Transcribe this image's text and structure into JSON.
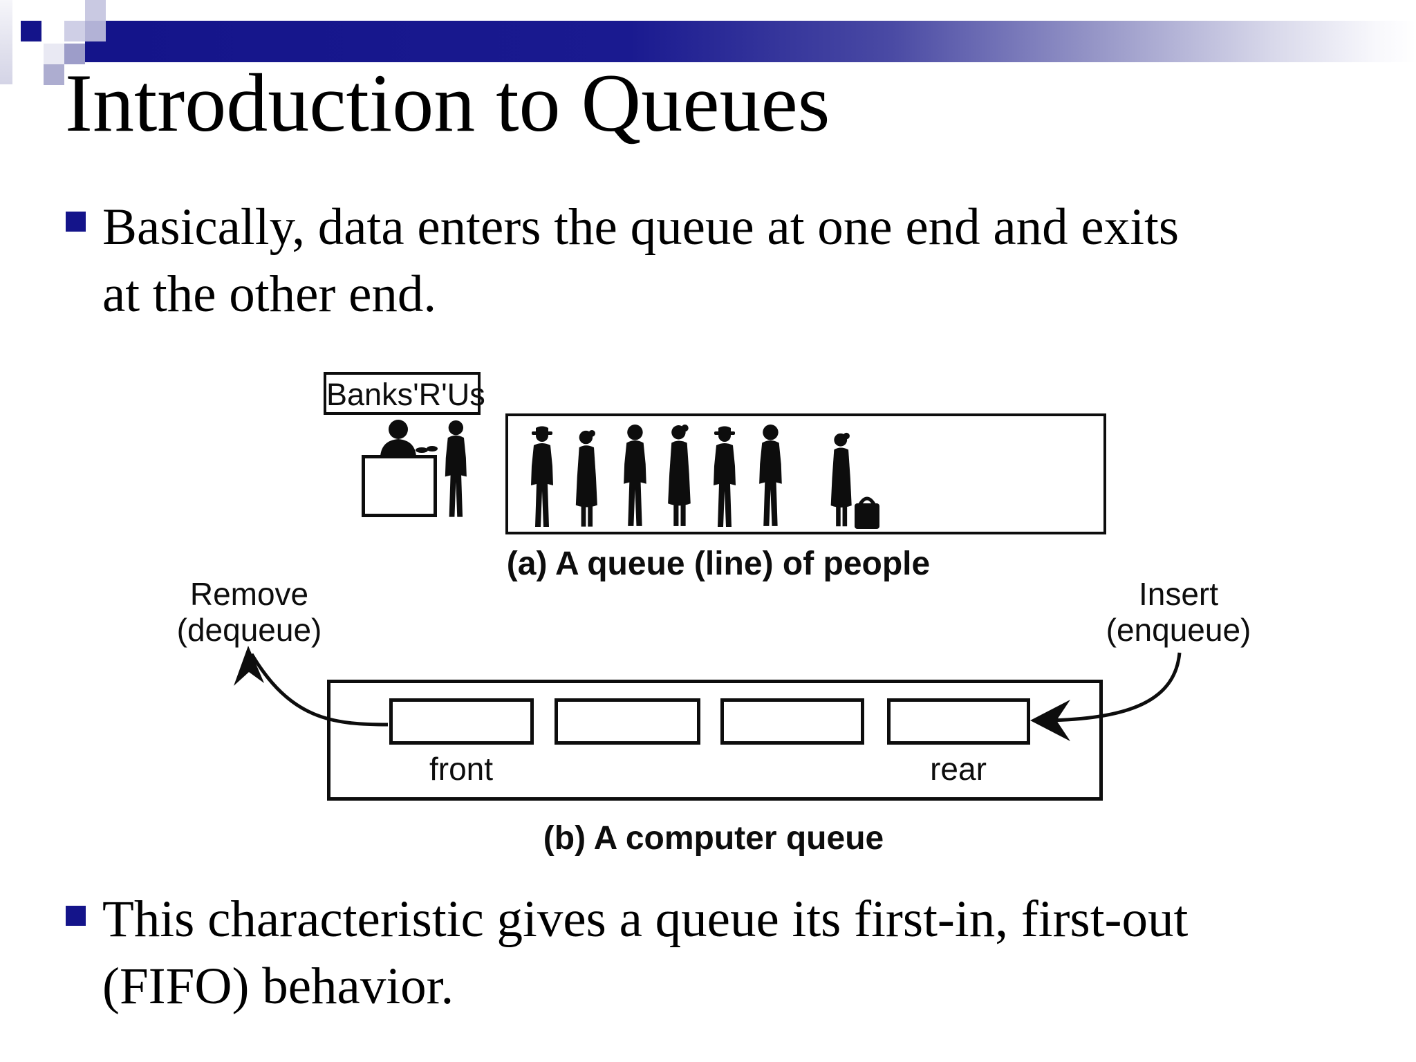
{
  "slide": {
    "title": "Introduction to Queues",
    "bullets": [
      {
        "lines": [
          "Basically, data enters the queue at one end and exits",
          "at the other end."
        ]
      },
      {
        "lines": [
          "This characteristic gives a queue its first-in, first-out",
          "(FIFO) behavior."
        ]
      }
    ]
  },
  "figure": {
    "bank_sign_label": "Banks'R'Us",
    "caption_a": "(a) A queue (line) of people",
    "caption_b": "(b) A computer queue",
    "remove_lines": [
      "Remove",
      "(dequeue)"
    ],
    "insert_lines": [
      "Insert",
      "(enqueue)"
    ],
    "front_label": "front",
    "rear_label": "rear"
  },
  "colors": {
    "accent_navy": "#14148a",
    "diagram_ink": "#0d0d0d"
  }
}
